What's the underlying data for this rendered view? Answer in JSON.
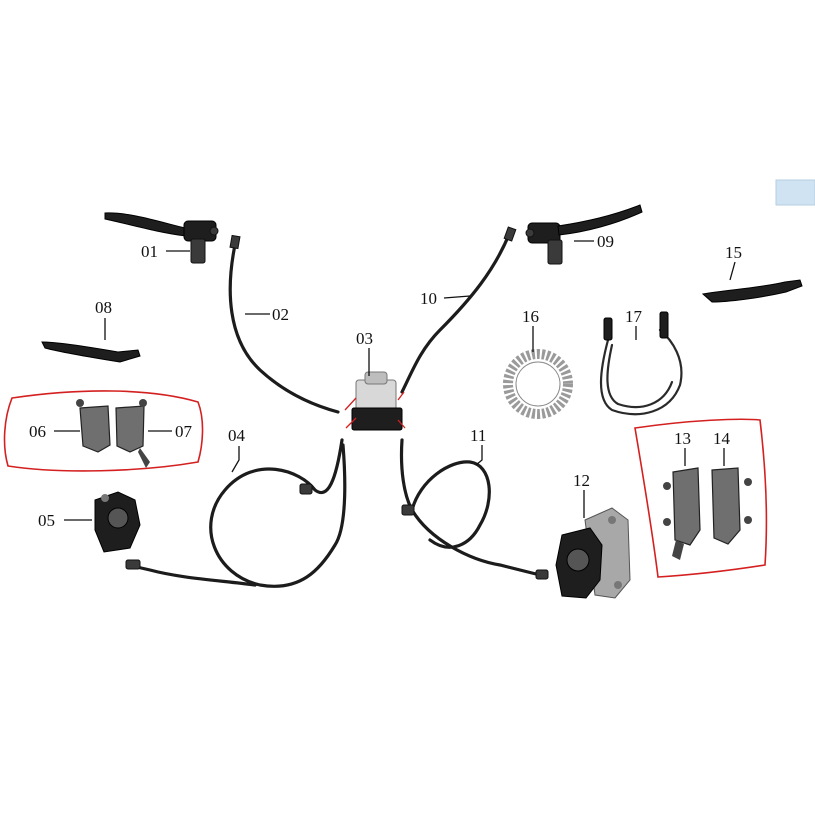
{
  "labels": {
    "p01": "01",
    "p02": "02",
    "p03": "03",
    "p04": "04",
    "p05": "05",
    "p06": "06",
    "p07": "07",
    "p08": "08",
    "p09": "09",
    "p10": "10",
    "p11": "11",
    "p12": "12",
    "p13": "13",
    "p14": "14",
    "p15": "15",
    "p16": "16",
    "p17": "17"
  },
  "colors": {
    "highlight": "#d42020",
    "corner_tab": "#cfe3f2",
    "parts": "#1e1e1e"
  }
}
